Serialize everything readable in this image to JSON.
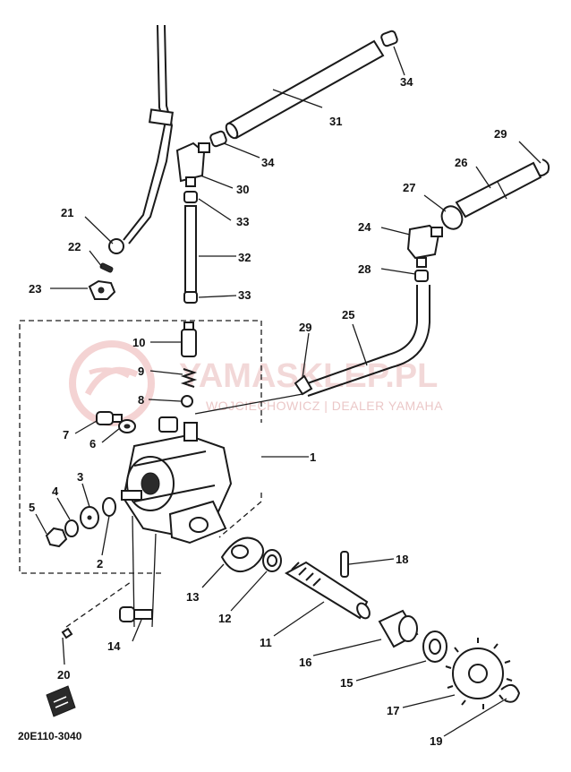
{
  "watermark": {
    "main": "YAMASKLEP.PL",
    "sub": "WOJCIECHOWICZ | DEALER YAMAHA",
    "color": "#e9b9b9"
  },
  "diagram_code": "20E110-3040",
  "callouts": {
    "c1": "1",
    "c2": "2",
    "c3": "3",
    "c4": "4",
    "c5": "5",
    "c6": "6",
    "c7": "7",
    "c8": "8",
    "c9": "9",
    "c10": "10",
    "c11": "11",
    "c12": "12",
    "c13": "13",
    "c14": "14",
    "c15": "15",
    "c16": "16",
    "c17": "17",
    "c18": "18",
    "c19": "19",
    "c20": "20",
    "c21": "21",
    "c22": "22",
    "c23": "23",
    "c24": "24",
    "c25": "25",
    "c26": "26",
    "c27": "27",
    "c28": "28",
    "c29a": "29",
    "c29b": "29",
    "c30": "30",
    "c31": "31",
    "c32": "32",
    "c33a": "33",
    "c33b": "33",
    "c34a": "34",
    "c34b": "34"
  }
}
